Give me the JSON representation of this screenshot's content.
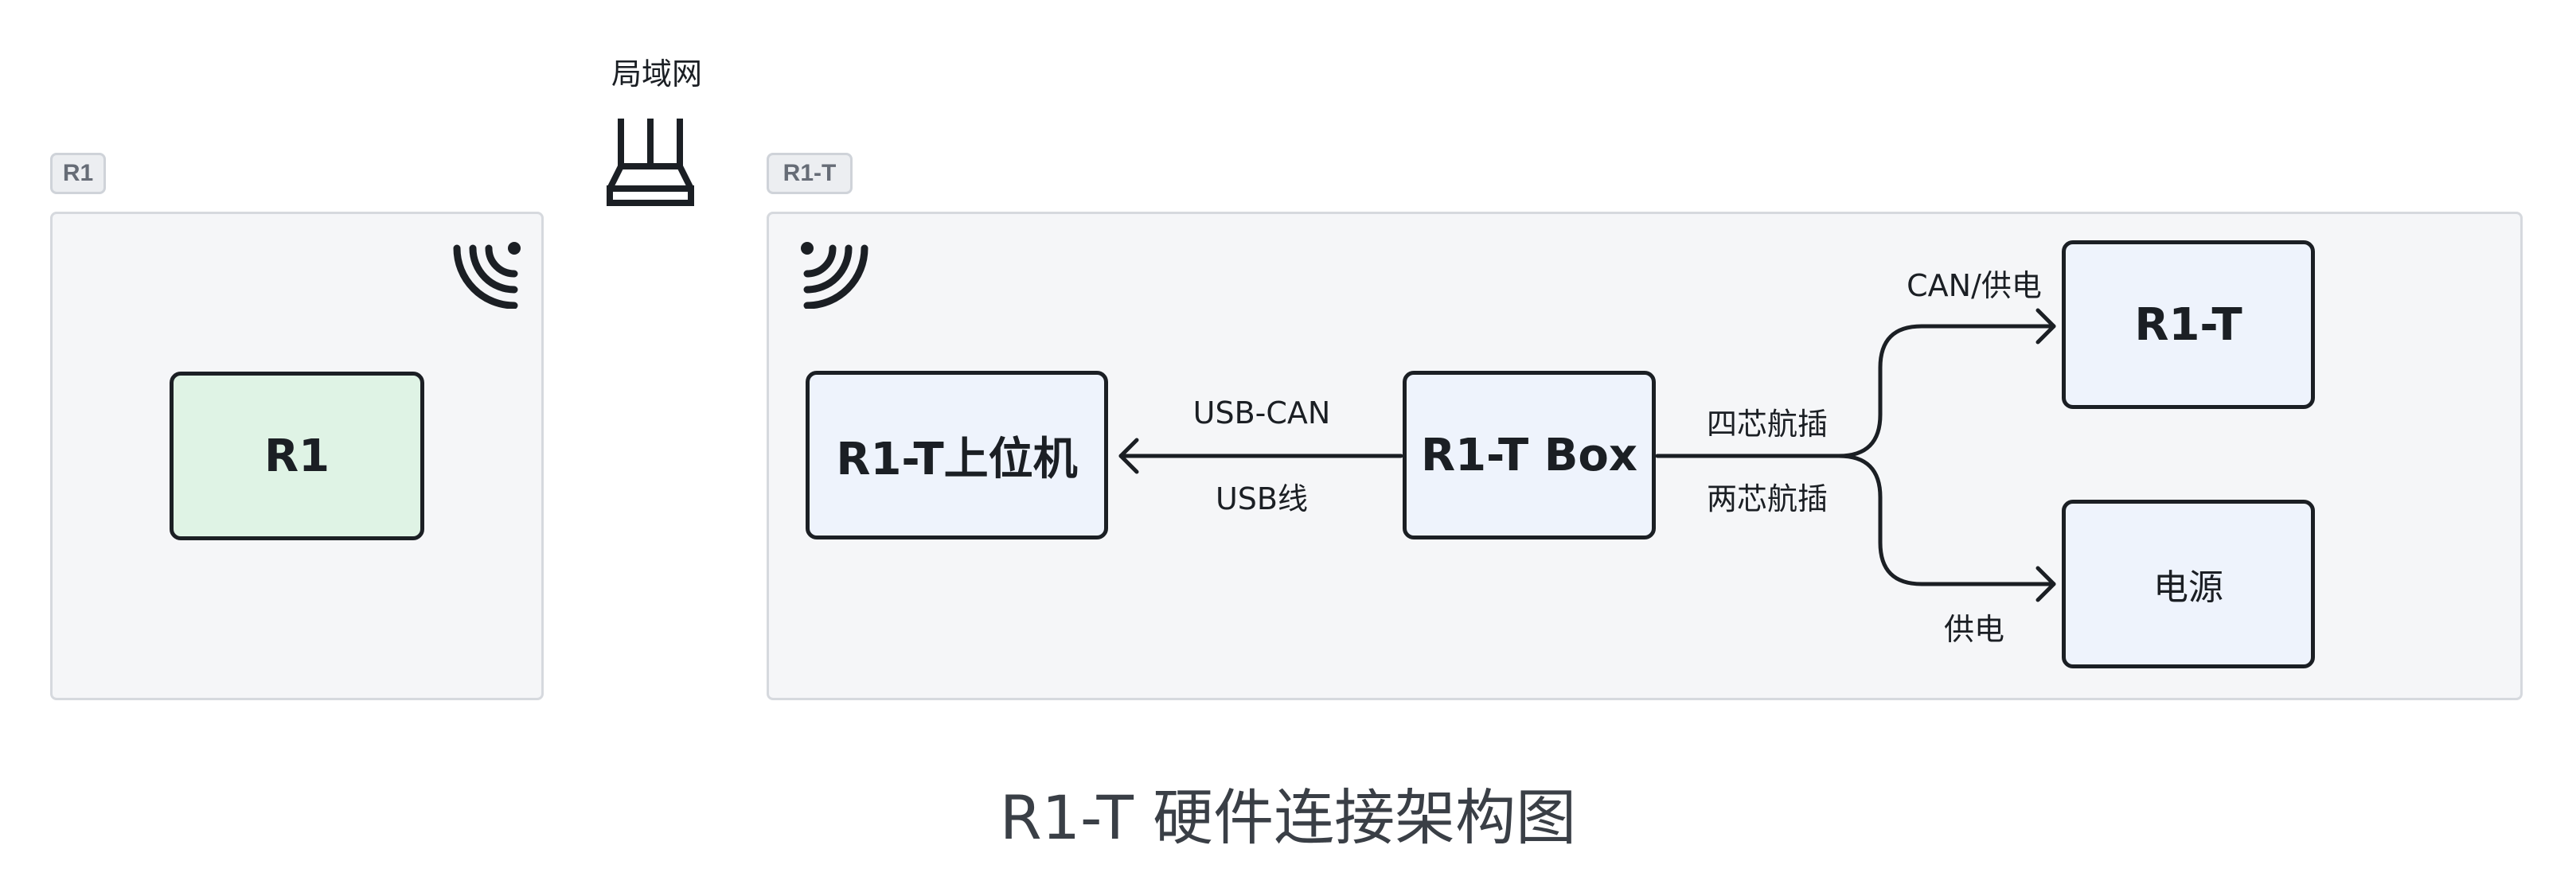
{
  "lan": {
    "label": "局域网"
  },
  "group_r1": {
    "tag": "R1",
    "node": "R1"
  },
  "group_r1t": {
    "tag": "R1-T",
    "nodes": {
      "host": "R1-T上位机",
      "box": "R1-T Box",
      "robot": "R1-T",
      "power": "电源"
    },
    "edges": {
      "usb_top": "USB-CAN",
      "usb_bottom": "USB线",
      "aviation4": "四芯航插",
      "aviation2": "两芯航插",
      "can_power": "CAN/供电",
      "power": "供电"
    }
  },
  "caption": "R1-T 硬件连接架构图",
  "colors": {
    "group_bg": "#f5f6f8",
    "node_blue": "#eef3fc",
    "node_green": "#dff3e5",
    "stroke": "#1b1f24"
  }
}
